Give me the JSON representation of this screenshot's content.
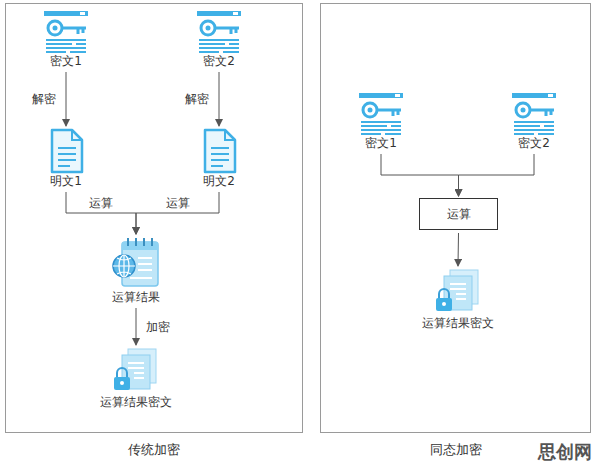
{
  "diagram": {
    "nodes": [
      {
        "text": [
          "传统加密"
        ]
      },
      {
        "text": [
          "密文1"
        ],
        "in": 0
      },
      {
        "text": [
          "密文2"
        ],
        "in": 0
      },
      {
        "text": [
          "明文1"
        ],
        "in": 0
      },
      {
        "text": [
          "明文2"
        ],
        "in": 0
      },
      {
        "text": [
          "运算结果"
        ],
        "in": 0
      },
      {
        "text": [
          "运算结果密文"
        ],
        "in": 0
      },
      {
        "text": [
          "同态加密"
        ]
      },
      {
        "text": [
          "密文1"
        ],
        "in": 7
      },
      {
        "text": [
          "密文2"
        ],
        "in": 7
      },
      {
        "text": [
          "运算"
        ],
        "in": 7
      },
      {
        "text": [
          "运算结果密文"
        ],
        "in": 7
      }
    ],
    "edges": [
      {
        "from": 1,
        "to": 3,
        "arrow": "to",
        "label": "解密"
      },
      {
        "from": 2,
        "to": 4,
        "arrow": "to",
        "label": "解密"
      },
      {
        "from": 3,
        "to": 5,
        "arrow": "to",
        "label": "运算"
      },
      {
        "from": 4,
        "to": 5,
        "arrow": "to",
        "label": "运算"
      },
      {
        "from": 5,
        "to": 6,
        "arrow": "to",
        "label": "加密"
      },
      {
        "from": 8,
        "to": 10,
        "arrow": "to"
      },
      {
        "from": 9,
        "to": 10,
        "arrow": "to"
      },
      {
        "from": 10,
        "to": 11,
        "arrow": "to"
      }
    ],
    "labels": [
      "思创网"
    ]
  }
}
